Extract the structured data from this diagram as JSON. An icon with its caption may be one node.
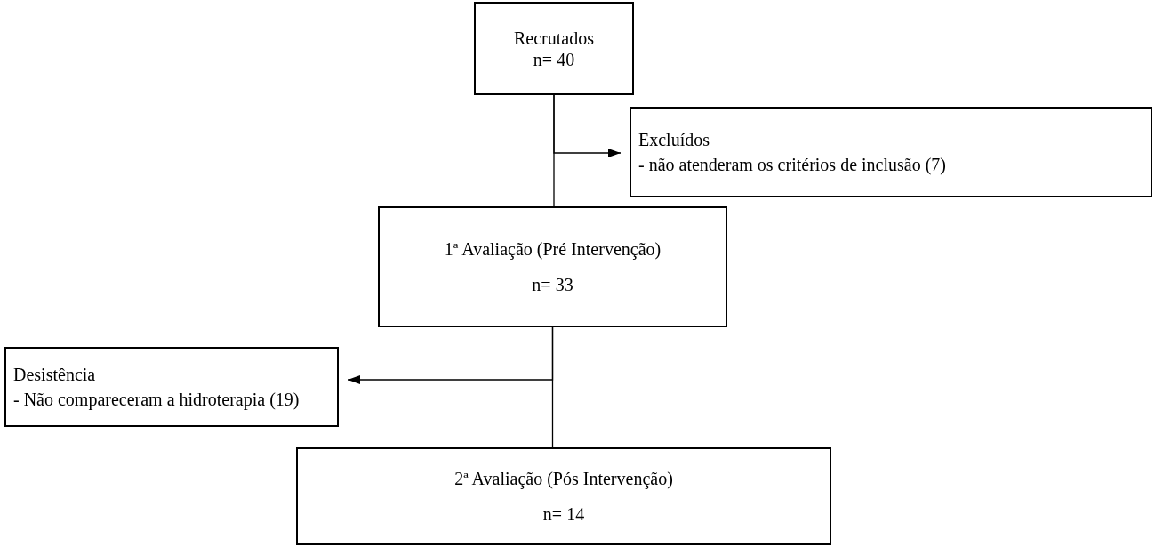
{
  "diagram": {
    "nodes": [
      {
        "text": [
          "Recrutados",
          "n= 40"
        ]
      },
      {
        "text": [
          "Excluídos",
          "- não atenderam os critérios de inclusão (7)"
        ]
      },
      {
        "text": [
          "1ª Avaliação (Pré Intervenção)",
          "n= 33"
        ]
      },
      {
        "text": [
          "Desistência",
          "- Não compareceram a hidroterapia (19)"
        ]
      },
      {
        "text": [
          "2ª Avaliação (Pós Intervenção)",
          "n= 14"
        ]
      }
    ],
    "edges": [
      {
        "from": 0,
        "to": 2,
        "arrow": "none"
      },
      {
        "from": 0,
        "to": 1,
        "arrow": "to"
      },
      {
        "from": 2,
        "to": 4,
        "arrow": "none"
      },
      {
        "from": 2,
        "to": 3,
        "arrow": "to"
      }
    ]
  }
}
